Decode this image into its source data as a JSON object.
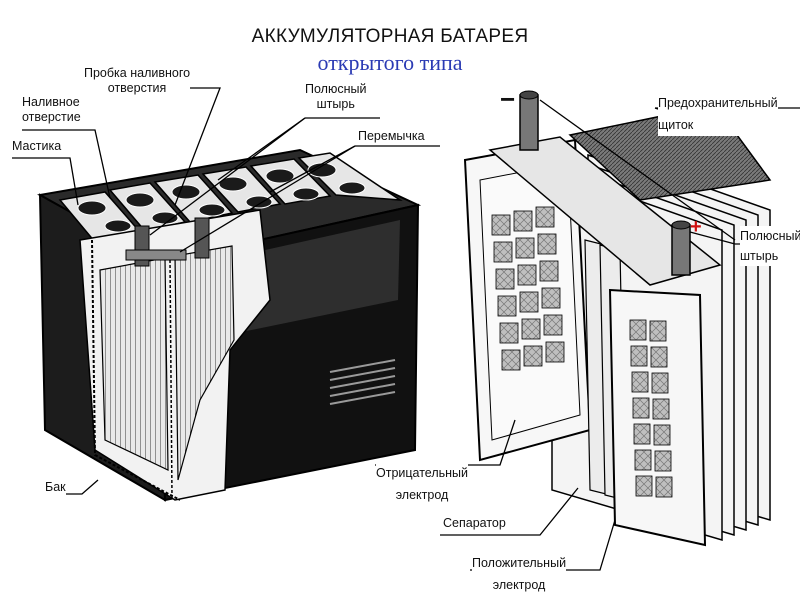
{
  "title": {
    "main": "АККУМУЛЯТОРНАЯ БАТАРЕЯ",
    "sub": "открытого типа"
  },
  "labels": {
    "filler_plug": "Пробка наливного\nотверстия",
    "filler_hole": "Наливное\nотверстие",
    "mastic": "Мастика",
    "terminal_left": "Полюсный\nштырь",
    "jumper": "Перемычка",
    "tank": "Бак",
    "protective_shield": "Предохранительный\nщиток",
    "terminal_right": "Полюсный\nштырь",
    "negative_electrode": "Отрицательный\nэлектрод",
    "separator": "Сепаратор",
    "positive_electrode": "Положительный\nэлектрод"
  },
  "signs": {
    "minus": "−",
    "plus": "+"
  },
  "colors": {
    "subtitle": "#2b3bb4",
    "plus_sign": "#d01010",
    "ink": "#111111"
  }
}
